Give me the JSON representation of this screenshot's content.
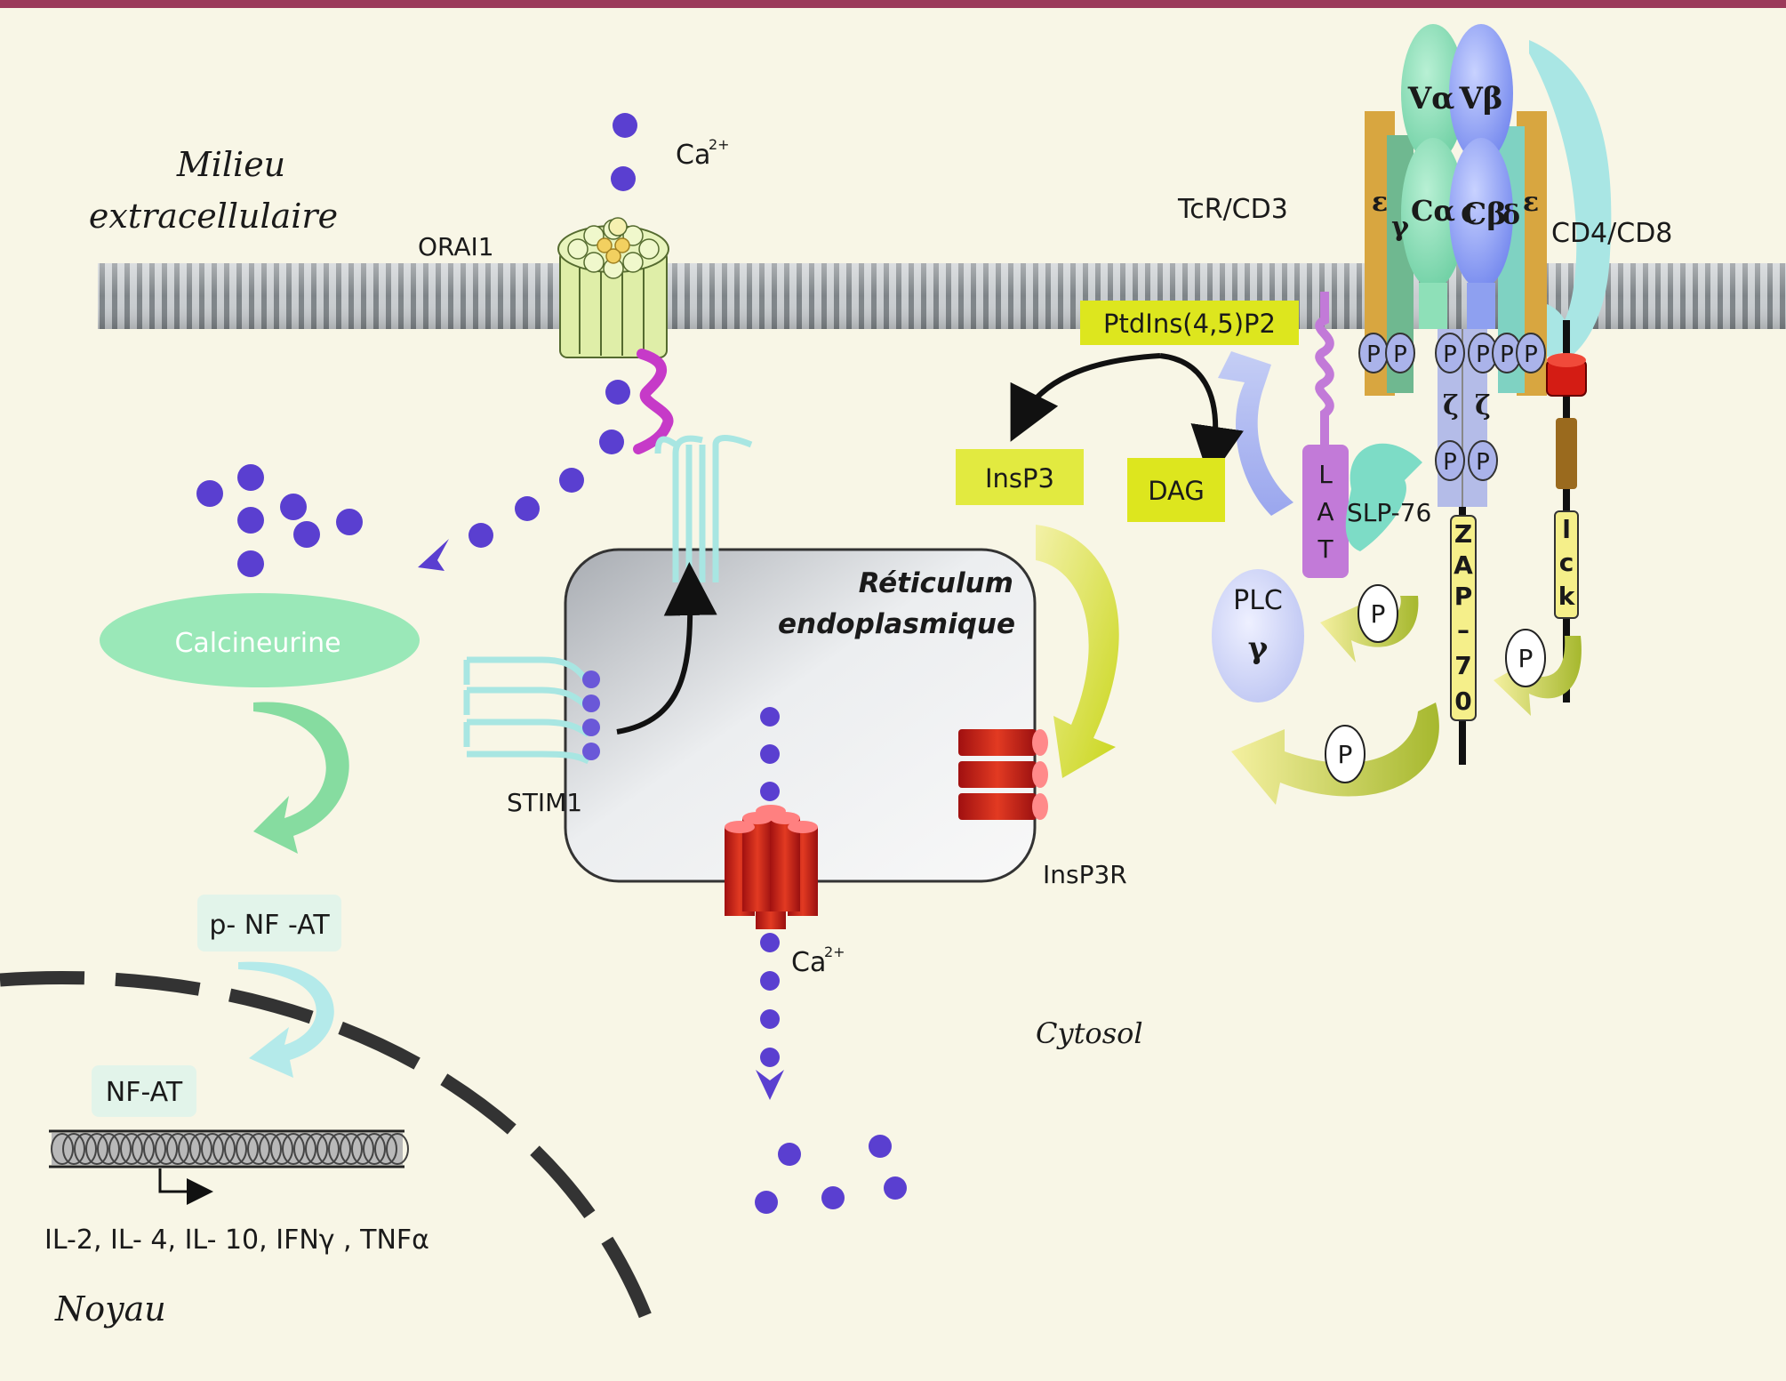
{
  "labels": {
    "milieu_line1": "Milieu",
    "milieu_line2": "extracellulaire",
    "ca_top": "Ca",
    "ca_sup": "2+",
    "orai1": "ORAI1",
    "tcr_cd3": "TcR/CD3",
    "cd4_cd8": "CD4/CD8",
    "v_alpha": "Vα",
    "v_beta": "Vβ",
    "c_alpha": "Cα",
    "c_beta": "Cβ",
    "c_small": "C",
    "epsilon": "ε",
    "gamma": "γ",
    "delta": "δ",
    "zeta": "ζ",
    "p": "P",
    "ptdins": "PtdIns(4,5)P2",
    "insp3": "InsP3",
    "dag": "DAG",
    "lat_l": "L",
    "lat_a": "A",
    "lat_t": "T",
    "slp76": "SLP-76",
    "plc": "PLC",
    "plc_gamma": "γ",
    "zap70": [
      "Z",
      "A",
      "P",
      "–",
      "7",
      "0"
    ],
    "lck": [
      "l",
      "c",
      "k"
    ],
    "reticulum_line1": "Réticulum",
    "reticulum_line2": "endoplasmique",
    "calcineurine": "Calcineurine",
    "stim1": "STIM1",
    "insp3r": "InsP3R",
    "ca_bottom": "Ca",
    "ca_bottom_sup": "2+",
    "cytosol": "Cytosol",
    "p_nfat": "p- NF -AT",
    "nfat": "NF-AT",
    "genes": "IL-2, IL- 4, IL- 10, IFNγ , TNFα",
    "noyau": "Noyau"
  },
  "colors": {
    "background": "#f8f6e6",
    "top_bar": "#9b3a5a",
    "calcium": "#5a3fd0",
    "label_box": "#dde61e",
    "lat": "#c27ad8",
    "receptor_green": "#8fe0b8",
    "receptor_blue": "#8a9cf0",
    "orange_bar": "#d8a640",
    "channel_red": "#d42a1a"
  }
}
